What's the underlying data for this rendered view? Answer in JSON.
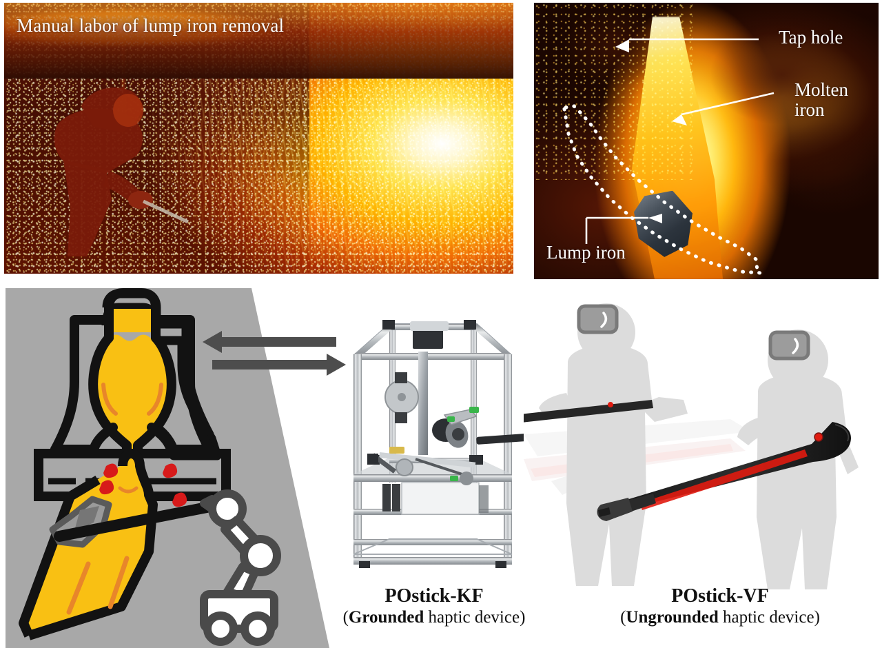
{
  "figure": {
    "panels": {
      "photo_left": {
        "title": "Manual labor of lump iron removal",
        "alt": "worker-removing-lump-iron-sparks"
      },
      "photo_right": {
        "annotations": [
          {
            "id": "tap-hole",
            "label": "Tap hole"
          },
          {
            "id": "molten-iron",
            "label": "Molten\niron",
            "line1": "Molten",
            "line2": "iron"
          },
          {
            "id": "lump-iron",
            "label": "Lump iron"
          }
        ],
        "alt": "blast-furnace-tap-hole-molten-iron-stream"
      },
      "schematic": {
        "alt": "blast-furnace-taphole-runner-with-mobile-robot-arm",
        "elements": [
          "blast-furnace",
          "molten-iron",
          "tap-hole",
          "runner",
          "lump-iron",
          "sparks",
          "mobile-robot-arm",
          "robot-rod"
        ]
      },
      "devices": [
        {
          "id": "postick-kf",
          "name": "POstick-KF",
          "subtitle_bold": "Grounded",
          "subtitle_rest": " haptic device",
          "subtitle": "(Grounded haptic device)",
          "alt": "grounded-haptic-device-aluminum-frame"
        },
        {
          "id": "postick-vf",
          "name": "POstick-VF",
          "subtitle_bold": "Ungrounded",
          "subtitle_rest": " haptic device",
          "subtitle": "(Ungrounded haptic device)",
          "alt": "ungrounded-handheld-haptic-stick"
        }
      ]
    },
    "arrows": {
      "left_arrow": "bidirectional-flow-left",
      "right_arrow": "bidirectional-flow-right"
    },
    "colors": {
      "panel_gray": "#a8a8a8",
      "molten_yellow": "#f9c013",
      "outline_black": "#121212",
      "spark_red": "#d71a1a",
      "robot_dark": "#4a4a4a",
      "silhouette_gray": "#dcdcdc",
      "headset_gray": "#9c9c9c",
      "stick_red": "#e01b10",
      "arrow_gray": "#4d4d4d"
    }
  }
}
